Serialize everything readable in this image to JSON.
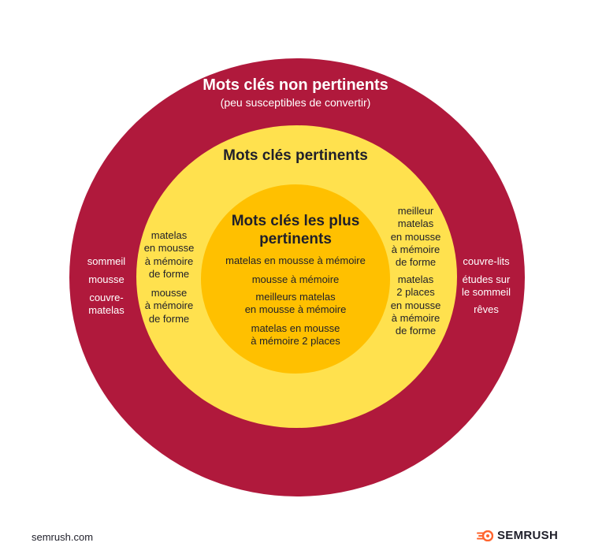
{
  "outer": {
    "title": "Mots clés non pertinents",
    "subtitle": "(peu susceptibles de convertir)",
    "left_keywords": [
      "sommeil",
      "mousse",
      "couvre-\nmatelas"
    ],
    "right_keywords": [
      "couvre-lits",
      "études sur\nle sommeil",
      "rêves"
    ]
  },
  "middle": {
    "title": "Mots clés pertinents",
    "left_keywords": [
      "matelas\nen mousse\nà mémoire\nde forme",
      "mousse\nà mémoire\nde forme"
    ],
    "right_keywords": [
      "meilleur\nmatelas\nen mousse\nà mémoire\nde forme",
      "matelas\n2 places\nen mousse\nà mémoire\nde forme"
    ]
  },
  "inner": {
    "title": "Mots clés les plus\npertinents",
    "keywords": [
      "matelas en mousse à mémoire",
      "mousse à mémoire",
      "meilleurs matelas\nen mousse à mémoire",
      "matelas en mousse\nà mémoire 2 places"
    ]
  },
  "footer": {
    "site": "semrush.com",
    "logo_text": "SEMRUSH",
    "logo_icon": "semrush-flame-icon"
  },
  "colors": {
    "outer": "#b0193c",
    "middle": "#ffe14e",
    "inner": "#ffc000",
    "logo_accent": "#ff642d"
  }
}
